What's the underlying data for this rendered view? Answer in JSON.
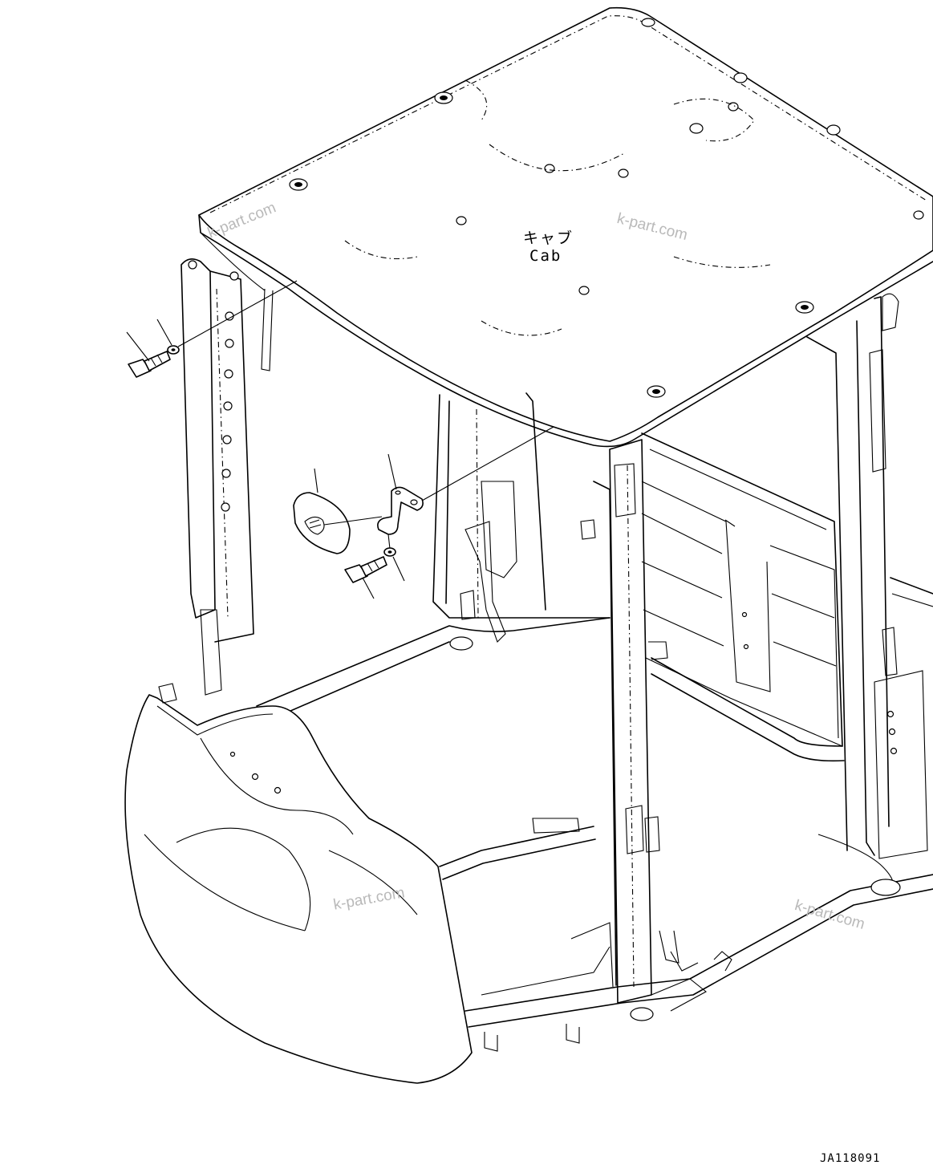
{
  "diagram": {
    "part_label_ja": "キャブ",
    "part_label_en": "Cab",
    "drawing_code": "JA118091",
    "watermarks": [
      "k-part.com",
      "k-part.com",
      "k-part.com",
      "k-part.com"
    ]
  }
}
